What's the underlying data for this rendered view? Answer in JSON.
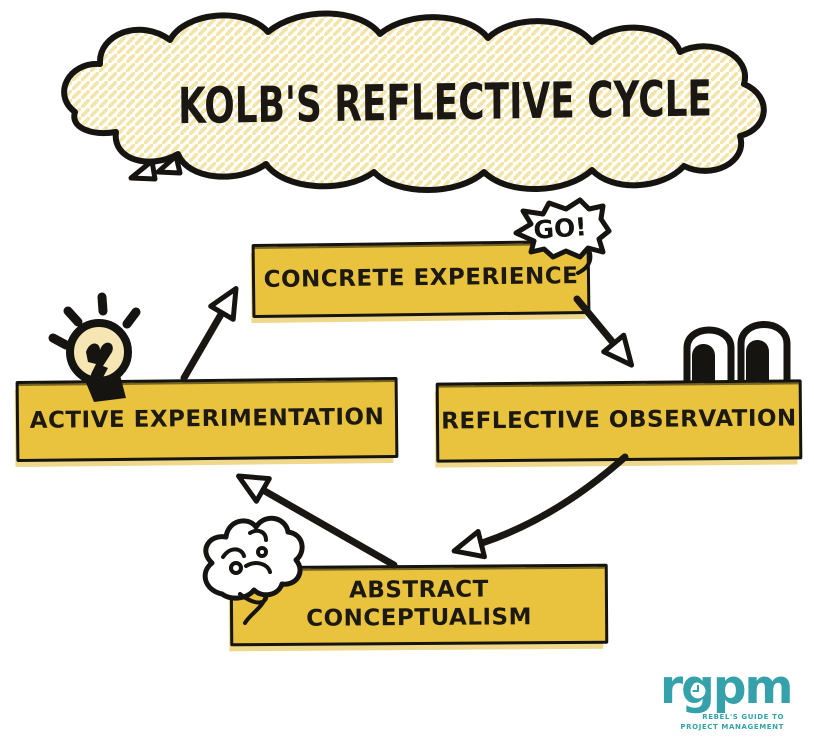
{
  "title": "KOLB'S REFLECTIVE CYCLE",
  "go_badge": "GO!",
  "nodes": {
    "concrete": "CONCRETE EXPERIENCE",
    "reflective": "REFLECTIVE OBSERVATION",
    "abstract_line1": "ABSTRACT",
    "abstract_line2": "CONCEPTUALISM",
    "active": "ACTIVE EXPERIMENTATION"
  },
  "arrows": [
    {
      "from": "ACTIVE EXPERIMENTATION",
      "to": "CONCRETE EXPERIENCE"
    },
    {
      "from": "CONCRETE EXPERIENCE",
      "to": "REFLECTIVE OBSERVATION"
    },
    {
      "from": "REFLECTIVE OBSERVATION",
      "to": "ABSTRACT CONCEPTUALISM"
    },
    {
      "from": "ABSTRACT CONCEPTUALISM",
      "to": "ACTIVE EXPERIMENTATION"
    }
  ],
  "icons": {
    "title_shape": "thought-cloud",
    "concrete_badge": "go-speech-bubble",
    "active_badge": "light-bulb",
    "reflective_badge": "peeking-eyes",
    "abstract_badge": "brain-doodle"
  },
  "logo": {
    "wordmark": "rgpm",
    "tagline_line1": "REBEL'S GUIDE TO",
    "tagline_line2": "PROJECT MANAGEMENT"
  },
  "colors": {
    "box_fill": "#E9C33D",
    "box_shadow": "#EFD88A",
    "ink": "#161410",
    "cloud_hatch": "#F3E4A8",
    "bulb_fill": "#F5E6B4",
    "brand_teal": "#35A1AA"
  }
}
